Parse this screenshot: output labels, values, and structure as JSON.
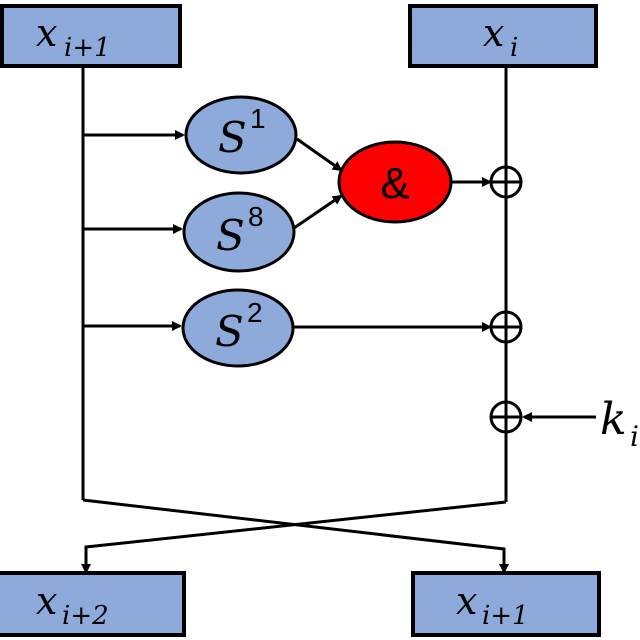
{
  "diagram": {
    "title": "Simon-like Feistel round function",
    "inputs": {
      "left": {
        "var": "x",
        "sub": "i+1"
      },
      "right": {
        "var": "x",
        "sub": "i"
      }
    },
    "outputs": {
      "left": {
        "var": "x",
        "sub": "i+2"
      },
      "right": {
        "var": "x",
        "sub": "i+1"
      }
    },
    "shifts": [
      {
        "var": "S",
        "sup": "1"
      },
      {
        "var": "S",
        "sup": "8"
      },
      {
        "var": "S",
        "sup": "2"
      }
    ],
    "and_op": {
      "label": "&"
    },
    "xor_symbol": "⊕",
    "key": {
      "var": "k",
      "sub": "i"
    },
    "colors": {
      "box_fill": "#8eaadb",
      "and_fill": "#ff0000",
      "stroke": "#000000"
    }
  }
}
